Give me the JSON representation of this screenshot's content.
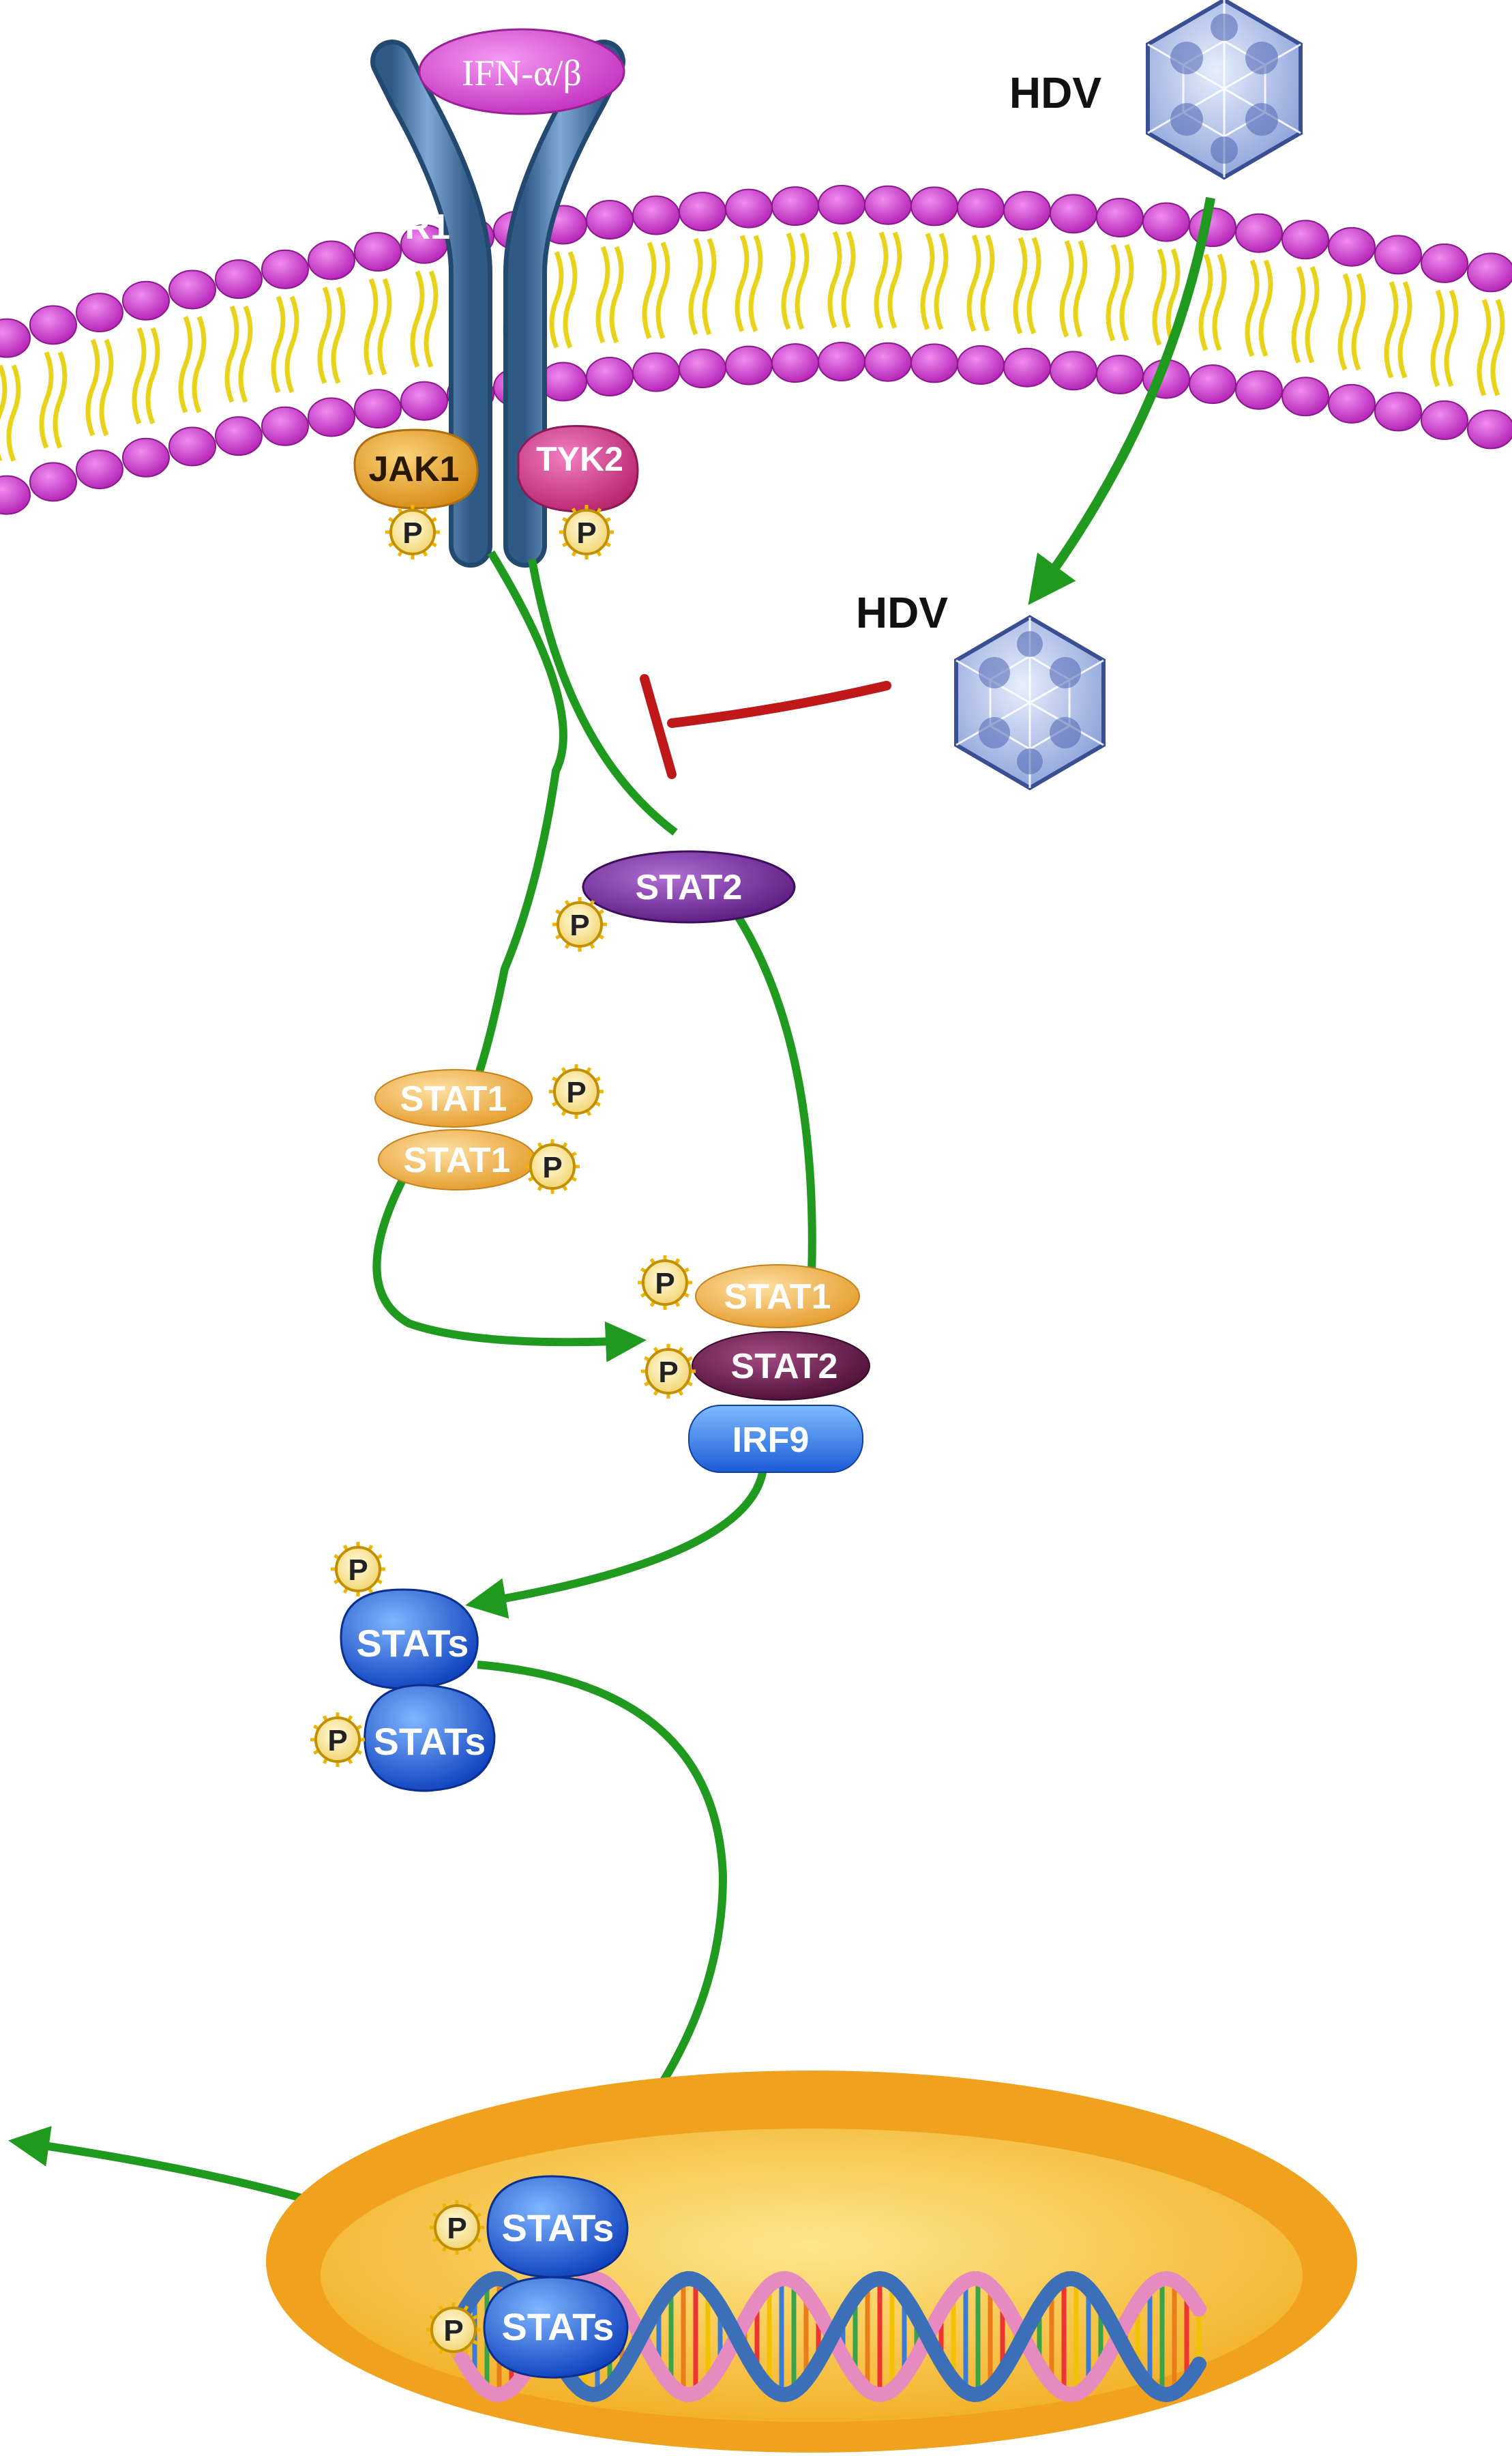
{
  "labels": {
    "ifn": "IFN-α/β",
    "receptor_left": "R1",
    "receptor_right": "",
    "hdv_top": "HDV",
    "hdv_mid": "HDV",
    "jak1": "JAK1",
    "tyk2": "TYK2",
    "phospho": "P",
    "stat2_top": "STAT2",
    "stat1_a": "STAT1",
    "stat1_b": "STAT1",
    "complex_stat1": "STAT1",
    "complex_stat2": "STAT2",
    "complex_irf9": "IRF9",
    "stats_a": "STATs",
    "stats_b": "STATs",
    "nuc_stats_a": "STATs",
    "nuc_stats_b": "STATs"
  },
  "colors": {
    "membrane_head": "#c63fc4",
    "membrane_tail": "#f0e11c",
    "receptor": "#4d7fb3",
    "arrow_green": "#1f9a1f",
    "inhibit_red": "#c01818",
    "ifn": "#d94fd6",
    "jak1": "#e7a12d",
    "tyk2": "#d6459c",
    "stat2": "#7a2fa3",
    "stat1": "#f2b24a",
    "stat2_complex": "#6a1f4f",
    "irf9": "#2f7be3",
    "stats": "#2266dd",
    "nucleus_outer": "#f0a21e",
    "nucleus_inner": "#f6c23a",
    "phospho_fill": "#f7e7a2"
  }
}
